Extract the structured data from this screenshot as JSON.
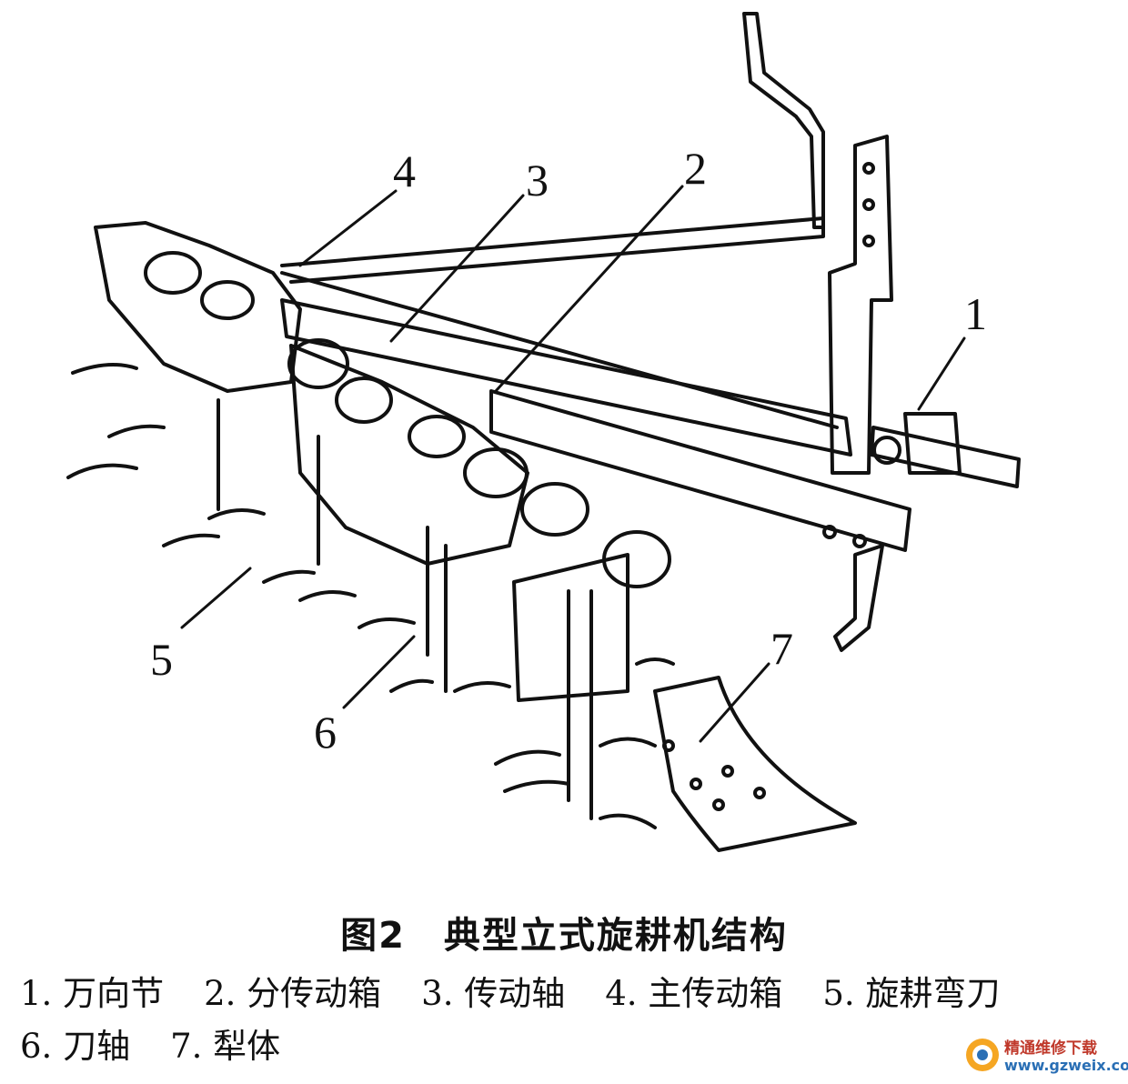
{
  "figure": {
    "title": "图2　典型立式旋耕机结构",
    "callouts": [
      {
        "number": "1",
        "part": "万向节"
      },
      {
        "number": "2",
        "part": "分传动箱"
      },
      {
        "number": "3",
        "part": "传动轴"
      },
      {
        "number": "4",
        "part": "主传动箱"
      },
      {
        "number": "5",
        "part": "旋耕弯刀"
      },
      {
        "number": "6",
        "part": "刀轴"
      },
      {
        "number": "7",
        "part": "犁体"
      }
    ]
  },
  "legend": {
    "items": [
      "1. 万向节",
      "2. 分传动箱",
      "3. 传动轴",
      "4. 主传动箱",
      "5. 旋耕弯刀",
      "6. 刀轴",
      "7. 犁体"
    ]
  },
  "watermark": {
    "name": "精通维修下载",
    "url": "www.gzweix.com"
  }
}
